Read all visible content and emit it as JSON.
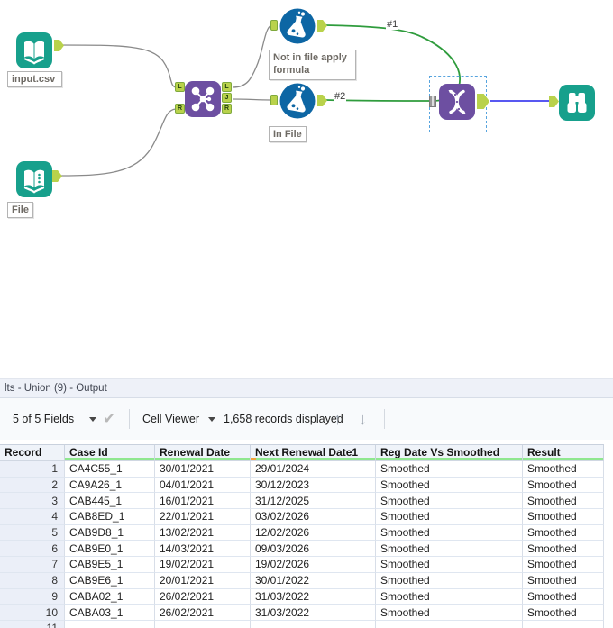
{
  "workflow": {
    "tools": {
      "input_csv": {
        "annotation": "input.csv"
      },
      "input_file": {
        "annotation": "File"
      },
      "join": {
        "in_anchors": [
          "L",
          "R"
        ],
        "out_anchors": [
          "L",
          "J",
          "R"
        ]
      },
      "formula_top": {
        "annotation": "Not in file apply formula"
      },
      "formula_bottom": {
        "annotation": "In File"
      }
    },
    "connections": {
      "label_1": "#1",
      "label_2": "#2"
    },
    "colors": {
      "teal": "#17a08c",
      "purple": "#6d4fa1",
      "blue": "#0d66a4",
      "wire_green": "#2f9c3d",
      "wire_blue": "#4040ef",
      "wire_grey": "#8a8a8a"
    }
  },
  "results": {
    "title": "lts - Union (9) - Output",
    "toolbar": {
      "fields_selector": "5 of 5 Fields",
      "check_icon": "✔",
      "cell_viewer": "Cell Viewer",
      "records_displayed": "1,658 records displayed",
      "up_arrow": "↑",
      "down_arrow": "↓"
    },
    "table": {
      "columns": [
        "Record",
        "Case Id",
        "Renewal Date",
        "Next Renewal Date1",
        "Reg Date Vs Smoothed",
        "Result"
      ],
      "rows": [
        [
          "1",
          "CA4C55_1",
          "30/01/2021",
          "29/01/2024",
          "Smoothed",
          "Smoothed"
        ],
        [
          "2",
          "CA9A26_1",
          "04/01/2021",
          "30/12/2023",
          "Smoothed",
          "Smoothed"
        ],
        [
          "3",
          "CAB445_1",
          "16/01/2021",
          "31/12/2025",
          "Smoothed",
          "Smoothed"
        ],
        [
          "4",
          "CAB8ED_1",
          "22/01/2021",
          "03/02/2026",
          "Smoothed",
          "Smoothed"
        ],
        [
          "5",
          "CAB9D8_1",
          "13/02/2021",
          "12/02/2026",
          "Smoothed",
          "Smoothed"
        ],
        [
          "6",
          "CAB9E0_1",
          "14/03/2021",
          "09/03/2026",
          "Smoothed",
          "Smoothed"
        ],
        [
          "7",
          "CAB9E5_1",
          "19/02/2021",
          "19/02/2026",
          "Smoothed",
          "Smoothed"
        ],
        [
          "8",
          "CAB9E6_1",
          "20/01/2021",
          "30/01/2022",
          "Smoothed",
          "Smoothed"
        ],
        [
          "9",
          "CABA02_1",
          "26/02/2021",
          "31/03/2022",
          "Smoothed",
          "Smoothed"
        ],
        [
          "10",
          "CABA03_1",
          "26/02/2021",
          "31/03/2022",
          "Smoothed",
          "Smoothed"
        ],
        [
          "11",
          "",
          "",
          "",
          "",
          ""
        ]
      ]
    }
  }
}
